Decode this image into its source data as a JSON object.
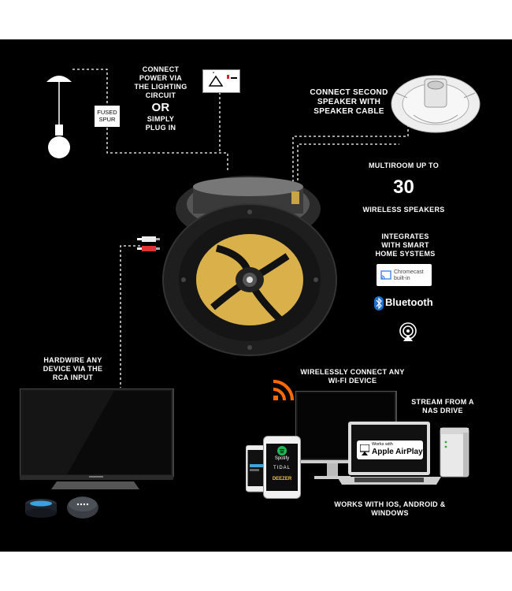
{
  "power": {
    "fused_spur_line1": "FUSED",
    "fused_spur_line2": "SPUR",
    "connect_line1": "CONNECT",
    "connect_line2": "POWER VIA",
    "connect_line3": "THE LIGHTING",
    "connect_line4": "CIRCUIT",
    "or": "OR",
    "plug_line1": "SIMPLY",
    "plug_line2": "PLUG IN"
  },
  "second_speaker": {
    "line1": "CONNECT SECOND",
    "line2": "SPEAKER WITH",
    "line3": "SPEAKER CABLE"
  },
  "multiroom": {
    "line1": "MULTIROOM UP TO",
    "count": "30",
    "line2": "WIRELESS SPEAKERS"
  },
  "smart_home": {
    "line1": "INTEGRATES",
    "line2": "WITH SMART",
    "line3": "HOME SYSTEMS"
  },
  "badges": {
    "chromecast_line1": "Chromecast",
    "chromecast_line2": "built-in",
    "bluetooth": "Bluetooth",
    "airplay_small": "Works with",
    "airplay": "Apple AirPlay"
  },
  "phones": {
    "spotify": "Spotify",
    "tidal": "TIDAL",
    "deezer": "DEEZER"
  },
  "rca": {
    "line1": "HARDWIRE ANY",
    "line2": "DEVICE VIA THE",
    "line3": "RCA INPUT"
  },
  "wifi": {
    "line1": "WIRELESSLY CONNECT ANY",
    "line2": "WI-FI DEVICE"
  },
  "nas": {
    "line1": "STREAM FROM A",
    "line2": "NAS DRIVE"
  },
  "platforms": {
    "line1": "WORKS WITH IOS, ANDROID &",
    "line2": "WINDOWS"
  },
  "colors": {
    "background": "#000000",
    "text": "#ffffff",
    "woofer": "#d9b049",
    "wifi_orange": "#ff6a00",
    "dashed_line": "#ffffff"
  }
}
